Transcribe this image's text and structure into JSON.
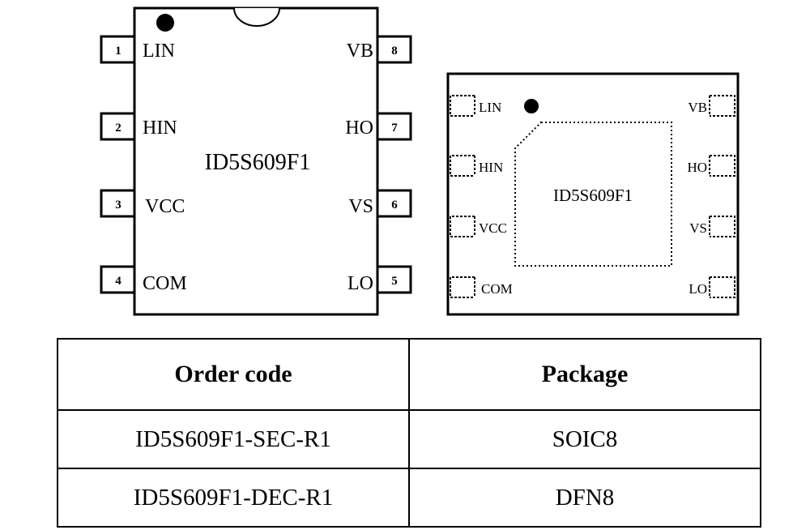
{
  "soic": {
    "part_label": "ID5S609F1",
    "pins": [
      {
        "num": "1",
        "name": "LIN"
      },
      {
        "num": "2",
        "name": "HIN"
      },
      {
        "num": "3",
        "name": "VCC"
      },
      {
        "num": "4",
        "name": "COM"
      },
      {
        "num": "5",
        "name": "LO"
      },
      {
        "num": "6",
        "name": "VS"
      },
      {
        "num": "7",
        "name": "HO"
      },
      {
        "num": "8",
        "name": "VB"
      }
    ]
  },
  "dfn": {
    "part_label": "ID5S609F1",
    "left_pins": [
      "LIN",
      "HIN",
      "VCC",
      "COM"
    ],
    "right_pins": [
      "VB",
      "HO",
      "VS",
      "LO"
    ]
  },
  "order_table": {
    "headers": [
      "Order code",
      "Package"
    ],
    "rows": [
      [
        "ID5S609F1-SEC-R1",
        "SOIC8"
      ],
      [
        "ID5S609F1-DEC-R1",
        "DFN8"
      ]
    ]
  }
}
